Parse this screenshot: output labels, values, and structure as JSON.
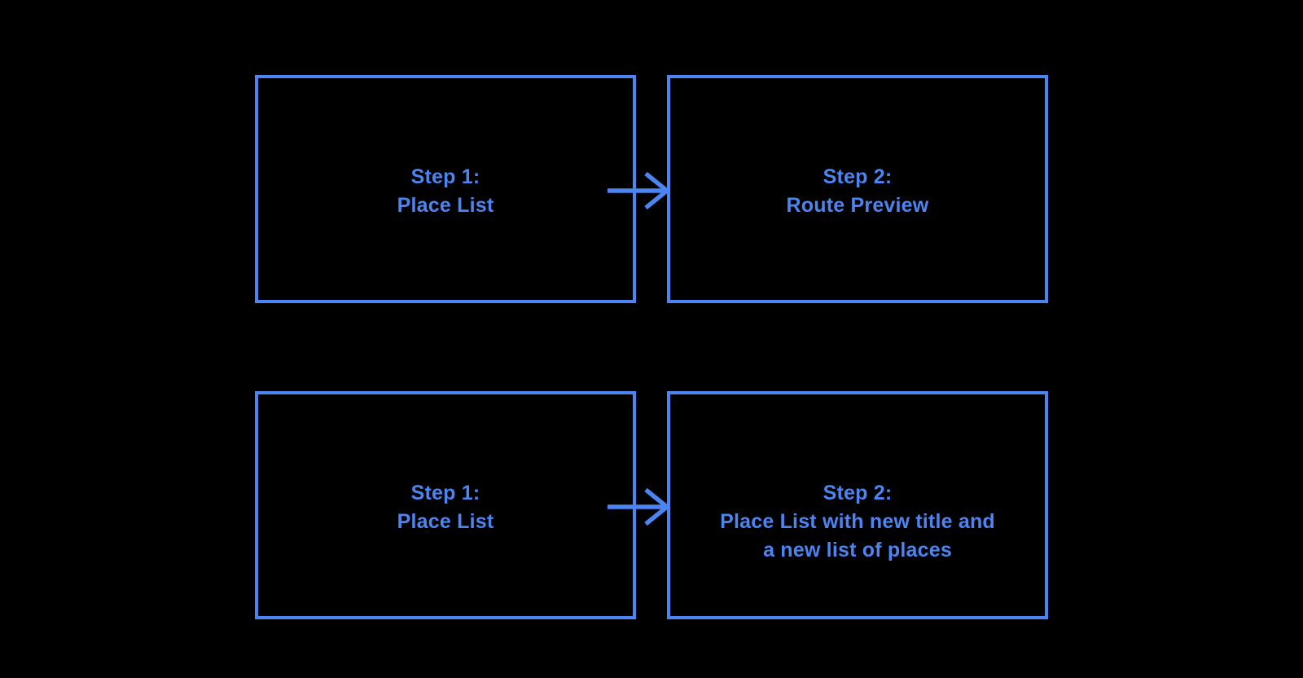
{
  "canvas": {
    "background_color": "#000000",
    "accent_color": "#4C84F2"
  },
  "diagram": {
    "type": "flowchart",
    "rows": [
      {
        "source": {
          "lines": [
            "Step 1:",
            "Place List"
          ]
        },
        "connector": "arrow-right",
        "target": {
          "lines": [
            "Step 2:",
            "Route Preview"
          ]
        }
      },
      {
        "source": {
          "lines": [
            "Step 1:",
            "Place List"
          ]
        },
        "connector": "arrow-right",
        "target": {
          "lines": [
            "Step 2:",
            "Place List with new title and",
            "a new list of places"
          ]
        }
      }
    ]
  }
}
